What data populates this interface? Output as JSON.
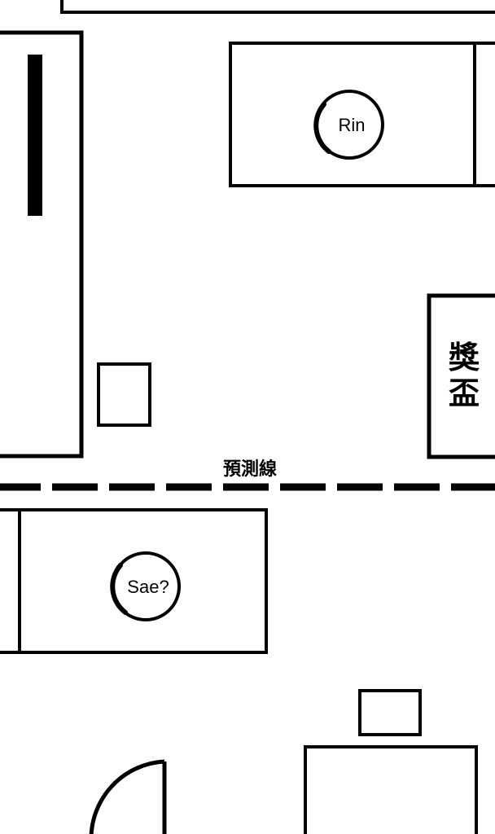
{
  "labels": {
    "rin": "Rin",
    "sae": "Sae?",
    "trophy": "獎盃",
    "prediction_line": "預測線"
  },
  "colors": {
    "stroke": "#000000",
    "background": "#ffffff"
  }
}
